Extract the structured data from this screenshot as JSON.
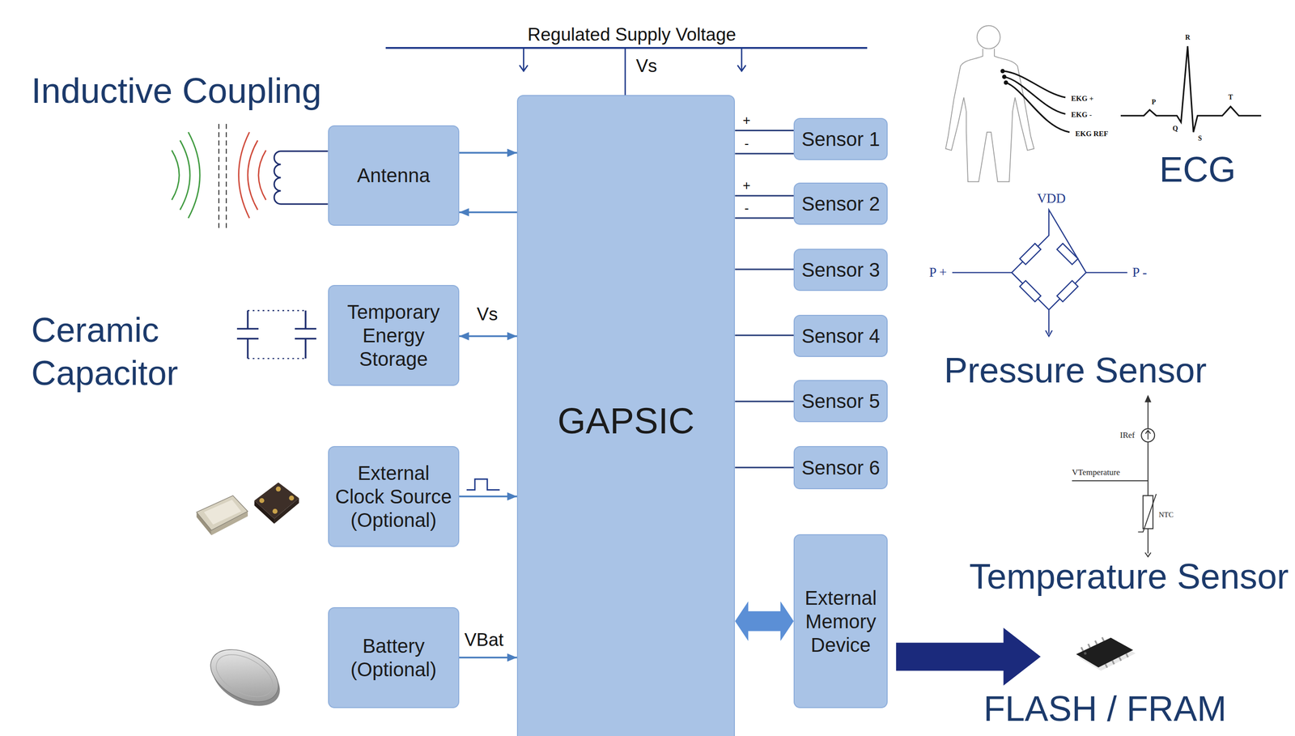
{
  "diagram": {
    "nodes": [
      {
        "text": [
          "Antenna"
        ]
      },
      {
        "text": [
          "Temporary Energy Storage"
        ]
      },
      {
        "text": [
          "External Clock Source (Optional)"
        ]
      },
      {
        "text": [
          "Battery (Optional)"
        ]
      },
      {
        "text": [
          "GAPSIC"
        ]
      },
      {
        "text": [
          "Sensor 1"
        ]
      },
      {
        "text": [
          "Sensor 2"
        ]
      },
      {
        "text": [
          "Sensor 3"
        ]
      },
      {
        "text": [
          "Sensor 4"
        ]
      },
      {
        "text": [
          "Sensor 5"
        ]
      },
      {
        "text": [
          "Sensor 6"
        ]
      },
      {
        "text": [
          "External Memory Device"
        ]
      }
    ],
    "edges": [
      {
        "from": 0,
        "to": 4,
        "arrow": "to"
      },
      {
        "from": 4,
        "to": 0,
        "arrow": "to"
      },
      {
        "from": 1,
        "to": 4,
        "label": "Vs",
        "arrow": "both"
      },
      {
        "from": 2,
        "to": 4,
        "arrow": "to"
      },
      {
        "from": 3,
        "to": 4,
        "label": "VBat",
        "arrow": "to"
      },
      {
        "from": 4,
        "to": 5,
        "label": "+",
        "arrow": "none"
      },
      {
        "from": 4,
        "to": 5,
        "label": "-",
        "arrow": "none"
      },
      {
        "from": 4,
        "to": 6,
        "label": "+",
        "arrow": "none"
      },
      {
        "from": 4,
        "to": 6,
        "label": "-",
        "arrow": "none"
      },
      {
        "from": 4,
        "to": 7,
        "arrow": "none"
      },
      {
        "from": 4,
        "to": 8,
        "arrow": "none"
      },
      {
        "from": 4,
        "to": 9,
        "arrow": "none"
      },
      {
        "from": 4,
        "to": 10,
        "arrow": "none"
      },
      {
        "from": 4,
        "to": 11,
        "arrow": "both"
      }
    ],
    "labels": [
      "Regulated Supply Voltage",
      "Vs",
      "Inductive Coupling",
      "Ceramic Capacitor",
      "EKG +",
      "EKG -",
      "EKG REF",
      "R",
      "P",
      "Q",
      "S",
      "T",
      "ECG",
      "VDD",
      "P +",
      "P -",
      "Pressure Sensor",
      "IRef",
      "VTemperature",
      "NTC",
      "Temperature Sensor",
      "FLASH / FRAM"
    ]
  }
}
